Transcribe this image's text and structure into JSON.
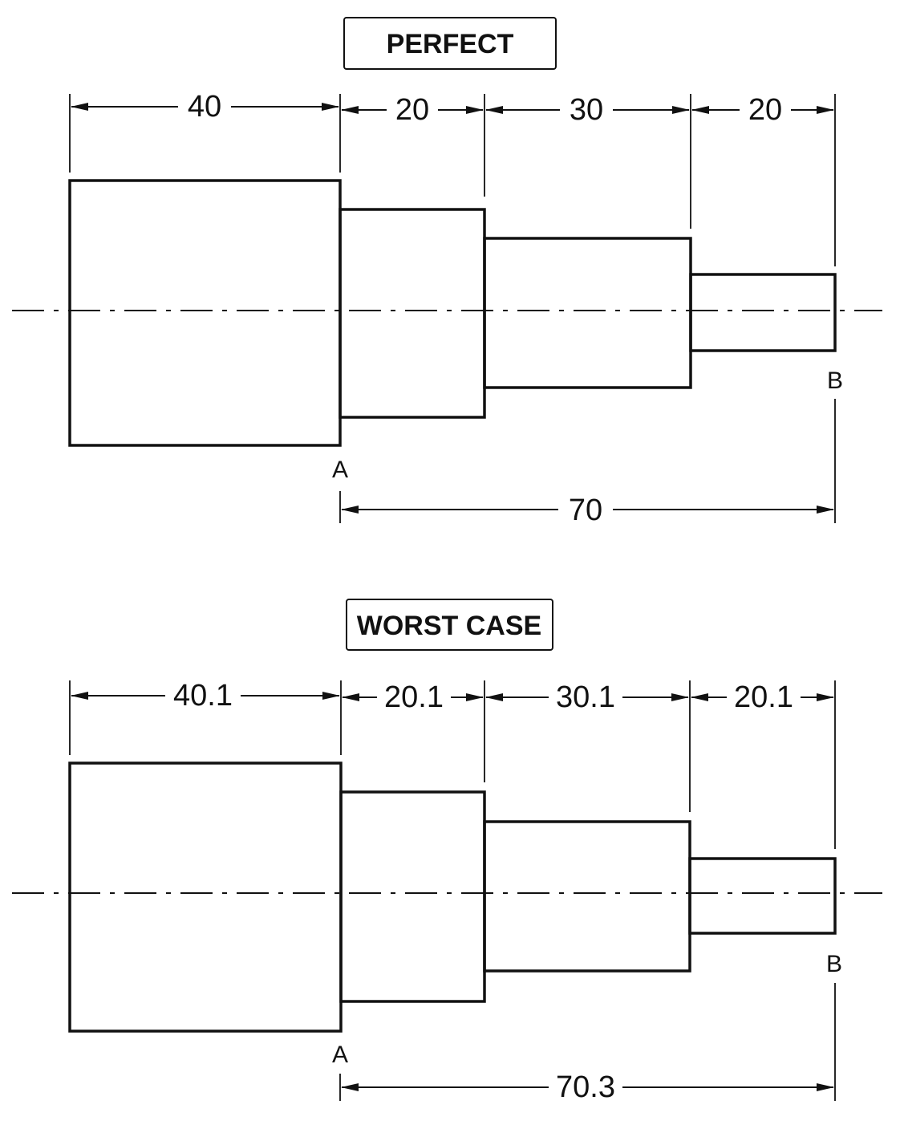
{
  "views": [
    {
      "id": "perfect",
      "title": "PERFECT",
      "step_dims": [
        "40",
        "20",
        "30",
        "20"
      ],
      "point_a": "A",
      "point_b": "B",
      "overall_dim": "70"
    },
    {
      "id": "worst",
      "title": "WORST CASE",
      "step_dims": [
        "40.1",
        "20.1",
        "30.1",
        "20.1"
      ],
      "point_a": "A",
      "point_b": "B",
      "overall_dim": "70.3"
    }
  ],
  "colors": {
    "line": "#111111",
    "background": "#ffffff"
  }
}
